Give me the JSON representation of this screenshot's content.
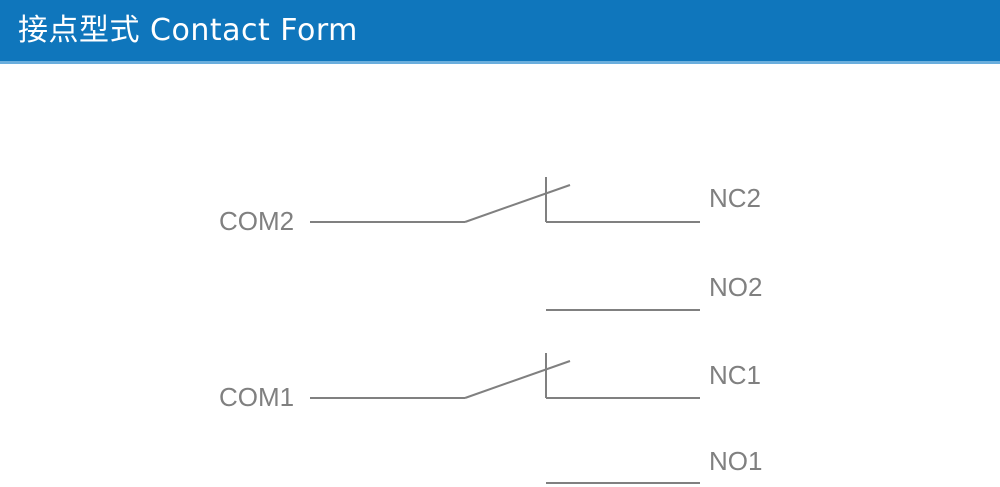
{
  "header": {
    "title": "接点型式 Contact Form",
    "background_color": "#0f76bc",
    "underline_color": "#6aaedd",
    "text_color": "#ffffff"
  },
  "diagram": {
    "type": "contact-form-schematic",
    "line_color": "#808080",
    "line_width": 2,
    "label_color": "#808080",
    "labels": {
      "com2": "COM2",
      "nc2": "NC2",
      "no2": "NO2",
      "com1": "COM1",
      "nc1": "NC1",
      "no1": "NO1"
    },
    "poles": [
      {
        "common": "COM2",
        "normally_closed": "NC2",
        "normally_open": "NO2"
      },
      {
        "common": "COM1",
        "normally_closed": "NC1",
        "normally_open": "NO1"
      }
    ]
  }
}
